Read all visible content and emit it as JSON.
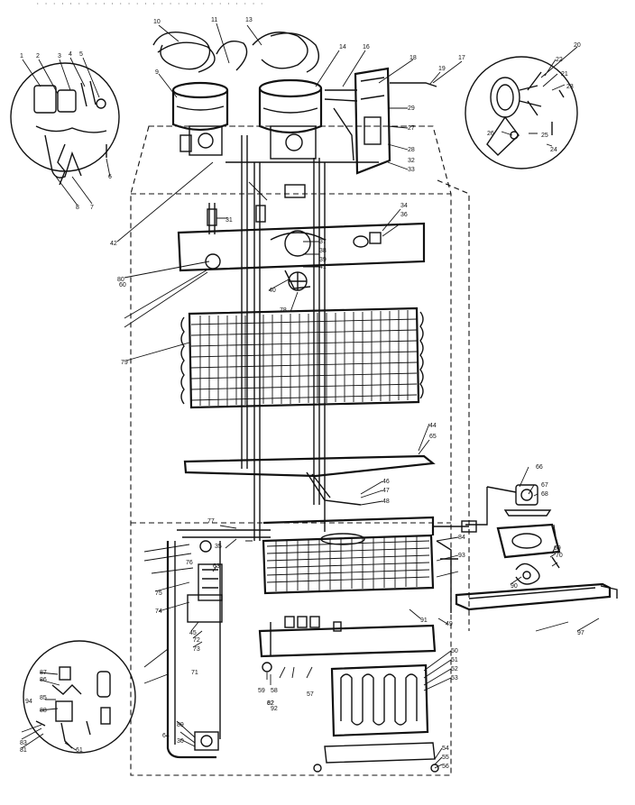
{
  "header_text": "· · · · · · · · · · · · · · · · · · · · · · · · · · · ·",
  "callouts": [
    {
      "id": "c1",
      "text": "1"
    },
    {
      "id": "c2",
      "text": "2"
    },
    {
      "id": "c3",
      "text": "3"
    },
    {
      "id": "c4",
      "text": "4"
    },
    {
      "id": "c5",
      "text": "5"
    },
    {
      "id": "c6",
      "text": "6"
    },
    {
      "id": "c7",
      "text": "7"
    },
    {
      "id": "c8",
      "text": "8"
    },
    {
      "id": "c9",
      "text": "9"
    },
    {
      "id": "c10",
      "text": "10"
    },
    {
      "id": "c11",
      "text": "11"
    },
    {
      "id": "c13",
      "text": "13"
    },
    {
      "id": "c14",
      "text": "14"
    },
    {
      "id": "c16",
      "text": "16"
    },
    {
      "id": "c17",
      "text": "17"
    },
    {
      "id": "c18",
      "text": "18"
    },
    {
      "id": "c19",
      "text": "19"
    },
    {
      "id": "c20",
      "text": "20"
    },
    {
      "id": "c21",
      "text": "21"
    },
    {
      "id": "c22",
      "text": "22"
    },
    {
      "id": "c23",
      "text": "23"
    },
    {
      "id": "c24",
      "text": "24"
    },
    {
      "id": "c25",
      "text": "25"
    },
    {
      "id": "c26",
      "text": "26"
    },
    {
      "id": "c27",
      "text": "27"
    },
    {
      "id": "c28",
      "text": "28"
    },
    {
      "id": "c29",
      "text": "29"
    },
    {
      "id": "c30",
      "text": "30"
    },
    {
      "id": "c31",
      "text": "31"
    },
    {
      "id": "c32",
      "text": "32"
    },
    {
      "id": "c33",
      "text": "33"
    },
    {
      "id": "c34",
      "text": "34"
    },
    {
      "id": "c35",
      "text": "35"
    },
    {
      "id": "c36",
      "text": "36"
    },
    {
      "id": "c37",
      "text": "37"
    },
    {
      "id": "c38",
      "text": "38"
    },
    {
      "id": "c39",
      "text": "39"
    },
    {
      "id": "c40",
      "text": "40"
    },
    {
      "id": "c41",
      "text": "41"
    },
    {
      "id": "c42",
      "text": "42"
    },
    {
      "id": "c44",
      "text": "44"
    },
    {
      "id": "c45",
      "text": "45"
    },
    {
      "id": "c46",
      "text": "46"
    },
    {
      "id": "c47",
      "text": "47"
    },
    {
      "id": "c48",
      "text": "48"
    },
    {
      "id": "c49",
      "text": "49"
    },
    {
      "id": "c50",
      "text": "50"
    },
    {
      "id": "c51",
      "text": "51"
    },
    {
      "id": "c52",
      "text": "52"
    },
    {
      "id": "c53",
      "text": "53"
    },
    {
      "id": "c54",
      "text": "54"
    },
    {
      "id": "c55",
      "text": "55"
    },
    {
      "id": "c56",
      "text": "56"
    },
    {
      "id": "c57",
      "text": "57"
    },
    {
      "id": "c58",
      "text": "58"
    },
    {
      "id": "c59",
      "text": "59"
    },
    {
      "id": "c60",
      "text": "60"
    },
    {
      "id": "c61",
      "text": "61"
    },
    {
      "id": "c62",
      "text": "62"
    },
    {
      "id": "c63",
      "text": "63"
    },
    {
      "id": "c64",
      "text": "64"
    },
    {
      "id": "c65",
      "text": "65"
    },
    {
      "id": "c66",
      "text": "66"
    },
    {
      "id": "c67",
      "text": "67"
    },
    {
      "id": "c68",
      "text": "68"
    },
    {
      "id": "c69",
      "text": "69"
    },
    {
      "id": "c70",
      "text": "70"
    },
    {
      "id": "c71",
      "text": "71"
    },
    {
      "id": "c72",
      "text": "72"
    },
    {
      "id": "c73",
      "text": "73"
    },
    {
      "id": "c74",
      "text": "74"
    },
    {
      "id": "c75",
      "text": "75"
    },
    {
      "id": "c76",
      "text": "76"
    },
    {
      "id": "c77",
      "text": "77"
    },
    {
      "id": "c78",
      "text": "78"
    },
    {
      "id": "c79",
      "text": "79"
    },
    {
      "id": "c80",
      "text": "80"
    },
    {
      "id": "c81",
      "text": "81"
    },
    {
      "id": "c82",
      "text": "82"
    },
    {
      "id": "c83",
      "text": "83"
    },
    {
      "id": "c84",
      "text": "84"
    },
    {
      "id": "c85",
      "text": "85"
    },
    {
      "id": "c86",
      "text": "86"
    },
    {
      "id": "c87",
      "text": "87"
    },
    {
      "id": "c88",
      "text": "88"
    },
    {
      "id": "c89",
      "text": "89"
    },
    {
      "id": "c90",
      "text": "90"
    },
    {
      "id": "c91",
      "text": "91"
    },
    {
      "id": "c92",
      "text": "92"
    },
    {
      "id": "c93",
      "text": "93"
    },
    {
      "id": "c94",
      "text": "94"
    },
    {
      "id": "c97",
      "text": "97"
    }
  ]
}
